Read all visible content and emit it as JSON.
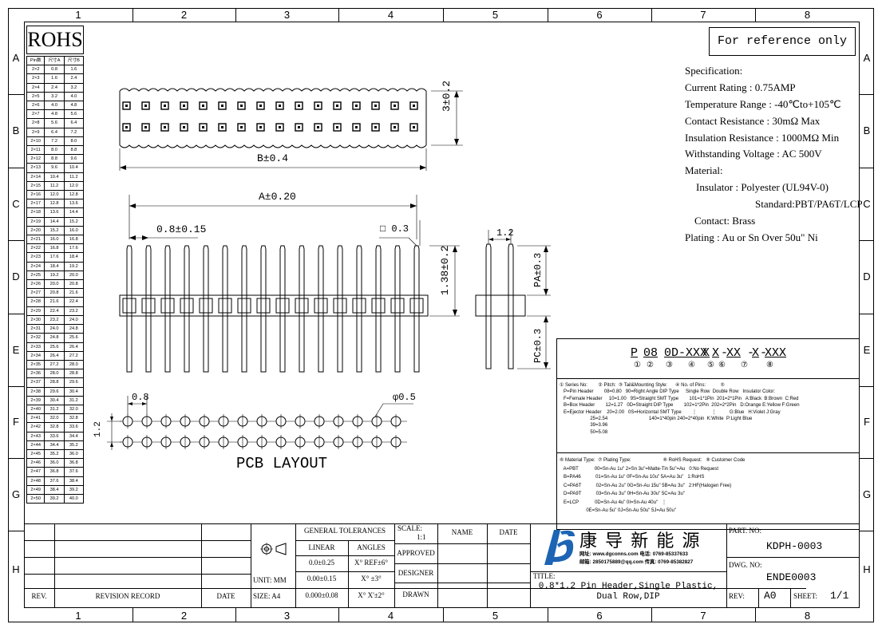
{
  "grid": {
    "columns": [
      "1",
      "2",
      "3",
      "4",
      "5",
      "6",
      "7",
      "8"
    ],
    "rows": [
      "A",
      "B",
      "C",
      "D",
      "E",
      "F",
      "G",
      "H"
    ]
  },
  "rohs_title": "ROHS",
  "pin_table": {
    "headers": [
      "Pin数",
      "尺寸A",
      "尺寸B"
    ],
    "rows": [
      [
        "2×2",
        "0.8",
        "1.6"
      ],
      [
        "2×3",
        "1.6",
        "2.4"
      ],
      [
        "2×4",
        "2.4",
        "3.2"
      ],
      [
        "2×5",
        "3.2",
        "4.0"
      ],
      [
        "2×6",
        "4.0",
        "4.8"
      ],
      [
        "2×7",
        "4.8",
        "5.6"
      ],
      [
        "2×8",
        "5.6",
        "6.4"
      ],
      [
        "2×9",
        "6.4",
        "7.2"
      ],
      [
        "2×10",
        "7.2",
        "8.0"
      ],
      [
        "2×11",
        "8.0",
        "8.8"
      ],
      [
        "2×12",
        "8.8",
        "9.6"
      ],
      [
        "2×13",
        "9.6",
        "10.4"
      ],
      [
        "2×14",
        "10.4",
        "11.2"
      ],
      [
        "2×15",
        "11.2",
        "12.0"
      ],
      [
        "2×16",
        "12.0",
        "12.8"
      ],
      [
        "2×17",
        "12.8",
        "13.6"
      ],
      [
        "2×18",
        "13.6",
        "14.4"
      ],
      [
        "2×19",
        "14.4",
        "15.2"
      ],
      [
        "2×20",
        "15.2",
        "16.0"
      ],
      [
        "2×21",
        "16.0",
        "16.8"
      ],
      [
        "2×22",
        "16.8",
        "17.6"
      ],
      [
        "2×23",
        "17.6",
        "18.4"
      ],
      [
        "2×24",
        "18.4",
        "19.2"
      ],
      [
        "2×25",
        "19.2",
        "20.0"
      ],
      [
        "2×26",
        "20.0",
        "20.8"
      ],
      [
        "2×27",
        "20.8",
        "21.6"
      ],
      [
        "2×28",
        "21.6",
        "22.4"
      ],
      [
        "2×29",
        "22.4",
        "23.2"
      ],
      [
        "2×30",
        "23.2",
        "24.0"
      ],
      [
        "2×31",
        "24.0",
        "24.8"
      ],
      [
        "2×32",
        "24.8",
        "25.6"
      ],
      [
        "2×33",
        "25.6",
        "26.4"
      ],
      [
        "2×34",
        "26.4",
        "27.2"
      ],
      [
        "2×35",
        "27.2",
        "28.0"
      ],
      [
        "2×36",
        "28.0",
        "28.8"
      ],
      [
        "2×37",
        "28.8",
        "29.6"
      ],
      [
        "2×38",
        "29.6",
        "30.4"
      ],
      [
        "2×39",
        "30.4",
        "31.2"
      ],
      [
        "2×40",
        "31.2",
        "32.0"
      ],
      [
        "2×41",
        "32.0",
        "32.8"
      ],
      [
        "2×42",
        "32.8",
        "33.6"
      ],
      [
        "2×43",
        "33.6",
        "34.4"
      ],
      [
        "2×44",
        "34.4",
        "35.2"
      ],
      [
        "2×45",
        "35.2",
        "36.0"
      ],
      [
        "2×46",
        "36.0",
        "36.8"
      ],
      [
        "2×47",
        "36.8",
        "37.6"
      ],
      [
        "2×48",
        "37.6",
        "38.4"
      ],
      [
        "2×49",
        "38.4",
        "39.2"
      ],
      [
        "2×50",
        "39.2",
        "40.0"
      ]
    ]
  },
  "reference_note": "For reference only",
  "specs": [
    "Specification:",
    "Current Rating : 0.75AMP",
    "Temperature Range : -40℃to+105℃",
    "Contact Resistance : 30mΩ  Max",
    "Insulation Resistance : 1000MΩ  Min",
    "Withstanding Voltage : AC 500V",
    "Material:",
    "Insulator : Polyester (UL94V-0)",
    "Standard:PBT/PA6T/LCP",
    "Contact: Brass",
    "Plating : Au or Sn Over 50u\" Ni"
  ],
  "dims": {
    "top_height": "3±0.2",
    "top_width": "B±0.4",
    "front_width": "A±0.20",
    "pitch": "0.8±0.15",
    "pin_square": "□ 0.3",
    "pin_length": "1.38±0.2",
    "side_pitch": "1.2",
    "pa": "PA±0.3",
    "pc": "PC±0.3",
    "pcb_pitch": "0.8",
    "pcb_hole": "φ0.5",
    "pcb_row": "1.2",
    "pcb_title": "PCB  LAYOUT"
  },
  "part_code": {
    "segments": [
      "P",
      "08",
      "0D-XXX",
      "X",
      "X",
      "-",
      "XX",
      "-",
      "X",
      "-",
      "XXX"
    ],
    "numbers": [
      "①",
      "②",
      "③",
      "④",
      "⑤",
      "⑥",
      "⑦",
      "⑧"
    ]
  },
  "legend_a": [
    "① Series No:        ② Pitch:  ③ Tail&Mounting Style:      ④ No. of Pins:           ⑤",
    "   P=Pin Header        08=0.80   90=Right Angle DIP Type     Single Row  Double Row   Insulator Color:",
    "   F=Female Header     10=1.00   9S=Straight SMT Type        101=1*1Pin  201=2*1Pin   A:Black  B:Brown  C:Red",
    "   B=Box Header        12=1.27   0D=Straight DIP Type        102=1*2Pin  202=2*2Pin   D:Orange E:Yellow F:Green",
    "   E=Ejector Header    20=2.00   0S=Horizontal SMT Type        ⋮           ⋮          G:Blue   H:Violet J:Gray",
    "                       25=2.54                               140=1*40pin 240=2*40pin  K:White  P:Light Blue",
    "                       39=3.96",
    "                       50=5.08"
  ],
  "legend_b": [
    "⑥ Material Type:  ⑦ Plating Type:                        ⑧ RoHS Request:   ⑨ Customer Code",
    "   A=PBT            00=Sn-Au 1u\" 2=Sn 3u\"=Matte-Tin 5u\"=Au   0:No Request",
    "   B=PA46           01=Sn-Au 1u\" 0F=Sn-Au 10u\" 5A=Au 3u\"   1:RoHS",
    "   C=PA6T           02=Sn-Au 2u\" 0G=Sn-Au 15u\" 5B=Au 3u\"   2:HF(Halogen Free)",
    "   D=PA9T           03=Sn-Au 3u\" 0H=Sn-Au 30u\" 5C=Au 3u\"",
    "   E=LCP            0D=Sn-Au 4u\" 0I=Sn-Au 40u\"   ⋮",
    "                    0E=Sn-Au 5u\" 0J=Sn-Au 50u\" 5J=Au 50u\""
  ],
  "title_block": {
    "rev_label": "REV.",
    "revision_record": "REVISION RECORD",
    "date_label": "DATE",
    "unit": "UNIT: MM",
    "size": "SIZE: A4",
    "general_tolerances": "GENERAL TOLERANCES",
    "linear": "LINEAR",
    "angles": "ANGLES",
    "tol_rows": [
      [
        "0.0±0.25",
        "X° REF±6°"
      ],
      [
        "0.00±0.15",
        "X° ±3°"
      ],
      [
        "0.000±0.08",
        "X° X'±2°"
      ]
    ],
    "scale_label": "SCALE:",
    "scale_value": "1:1",
    "name_label": "NAME",
    "date2_label": "DATE",
    "approved": "APPROVED",
    "designer": "DESIGNER",
    "drawn": "DRAWN",
    "company_name": "康 导 新 能 源",
    "company_line1": "网址: www.dgconns.com  电话: 0769-85337633",
    "company_line2": "邮箱: 2850175889@qq.com  传真: 0769-85382827",
    "title_label": "TITLE:",
    "title_text_1": "0.8*1.2 Pin Header,Single Plastic,",
    "title_text_2": "Dual Row,DIP",
    "part_no_label": "PART. NO:",
    "part_no": "KDPH-0003",
    "dwg_no_label": "DWG. NO:",
    "dwg_no": "ENDE0003",
    "rev2_label": "REV:",
    "rev_value": "A0",
    "sheet_label": "SHEET:",
    "sheet_value": "1/1"
  },
  "colors": {
    "line": "#000000",
    "logo_blue": "#1d64b4"
  }
}
